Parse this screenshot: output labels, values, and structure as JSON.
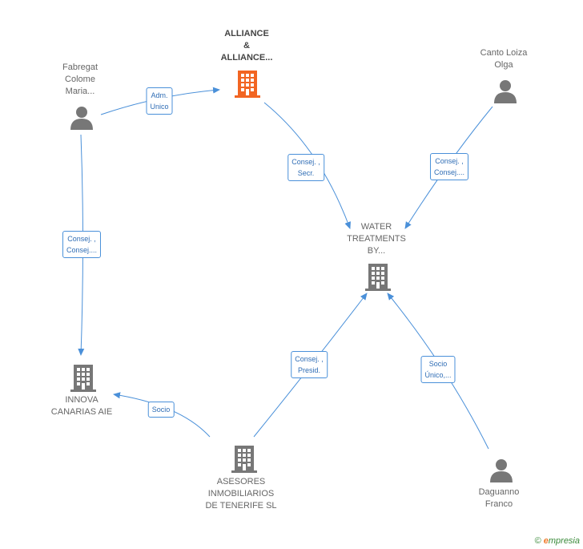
{
  "nodes": {
    "alliance": {
      "label": "ALLIANCE\n&\nALLIANCE...",
      "type": "company-highlight",
      "color": "#f26522"
    },
    "fabregat": {
      "label": "Fabregat\nColome\nMaria...",
      "type": "person"
    },
    "canto": {
      "label": "Canto Loiza\nOlga",
      "type": "person"
    },
    "water": {
      "label": "WATER\nTREATMENTS\nBY...",
      "type": "company"
    },
    "innova": {
      "label": "INNOVA\nCANARIAS AIE",
      "type": "company"
    },
    "asesores": {
      "label": "ASESORES\nINMOBILIARIOS\nDE TENERIFE SL",
      "type": "company"
    },
    "daguanno": {
      "label": "Daguanno\nFranco",
      "type": "person"
    }
  },
  "edges": [
    {
      "id": "fabregat-alliance",
      "label": "Adm.\nUnico"
    },
    {
      "id": "alliance-water",
      "label": "Consej. ,\nSecr."
    },
    {
      "id": "canto-water",
      "label": "Consej. ,\nConsej...."
    },
    {
      "id": "fabregat-innova",
      "label": "Consej. ,\nConsej...."
    },
    {
      "id": "asesores-water",
      "label": "Consej. ,\nPresid."
    },
    {
      "id": "daguanno-water",
      "label": "Socio\nÚnico,..."
    },
    {
      "id": "asesores-innova",
      "label": "Socio"
    }
  ],
  "colors": {
    "edge": "#4a90d9",
    "icon": "#777777",
    "highlight": "#f26522"
  },
  "watermark": {
    "symbol": "©",
    "brand_e": "e",
    "brand_rest": "mpresia"
  }
}
